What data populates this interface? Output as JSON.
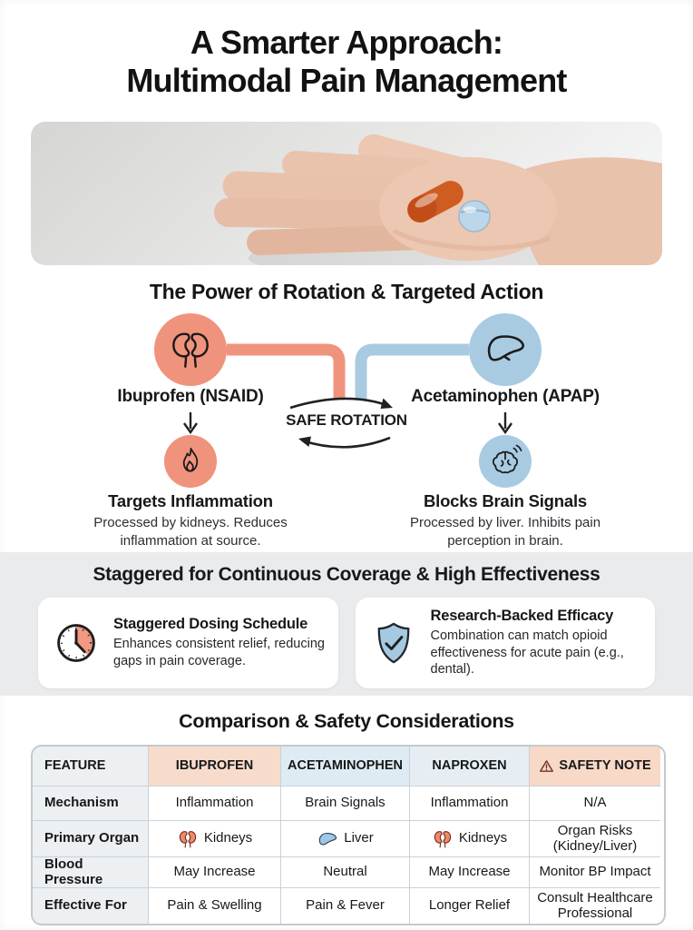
{
  "colors": {
    "salmon": "#F0937C",
    "blue": "#A8CBE2",
    "band_gray": "#E9EBED",
    "header_peach": "#F8DCCB",
    "header_blue": "#DFEBF2",
    "feature_column_gray": "#ECF0F3",
    "text": "#16181a"
  },
  "title": {
    "line1": "A Smarter Approach:",
    "line2": "Multimodal Pain Management"
  },
  "hero": {
    "image": "photo-hand-holding-orange-capsule-and-blue-tablet"
  },
  "rotation": {
    "heading": "The Power of Rotation & Targeted Action",
    "center_label": "SAFE ROTATION",
    "left": {
      "drug": "Ibuprofen (NSAID)",
      "organ_icon": "kidneys-icon",
      "effect_icon": "flame-icon",
      "effect_title": "Targets Inflammation",
      "caption": "Processed by kidneys. Reduces inflammation at source."
    },
    "right": {
      "drug": "Acetaminophen (APAP)",
      "organ_icon": "liver-icon",
      "effect_icon": "brain-signals-icon",
      "effect_title": "Blocks Brain Signals",
      "caption": "Processed by liver. Inhibits pain perception in brain."
    }
  },
  "staggered": {
    "heading": "Staggered for Continuous Coverage & High Effectiveness",
    "cards": [
      {
        "icon": "clock-icon",
        "title": "Staggered Dosing Schedule",
        "body": "Enhances consistent relief, reducing gaps in pain coverage."
      },
      {
        "icon": "shield-check-icon",
        "title": "Research-Backed Efficacy",
        "body": "Combination can match opioid effectiveness for acute pain (e.g., dental)."
      }
    ]
  },
  "comparison": {
    "heading": "Comparison & Safety Considerations",
    "columns": {
      "feature": "FEATURE",
      "ibuprofen": "IBUPROFEN",
      "acetaminophen": "ACETAMINOPHEN",
      "naproxen": "NAPROXEN",
      "safety": "SAFETY NOTE"
    },
    "safety_icon": "warning-triangle-icon",
    "rows": [
      {
        "feature": "Mechanism",
        "ibuprofen": "Inflammation",
        "acetaminophen": "Brain Signals",
        "naproxen": "Inflammation",
        "safety": "N/A"
      },
      {
        "feature": "Primary Organ",
        "ibuprofen": "Kidneys",
        "acetaminophen": "Liver",
        "naproxen": "Kidneys",
        "safety": "Organ Risks (Kidney/Liver)"
      },
      {
        "feature": "Blood Pressure",
        "ibuprofen": "May Increase",
        "acetaminophen": "Neutral",
        "naproxen": "May Increase",
        "safety": "Monitor BP Impact"
      },
      {
        "feature": "Effective For",
        "ibuprofen": "Pain & Swelling",
        "acetaminophen": "Pain & Fever",
        "naproxen": "Longer Relief",
        "safety": "Consult Healthcare Professional"
      }
    ]
  }
}
